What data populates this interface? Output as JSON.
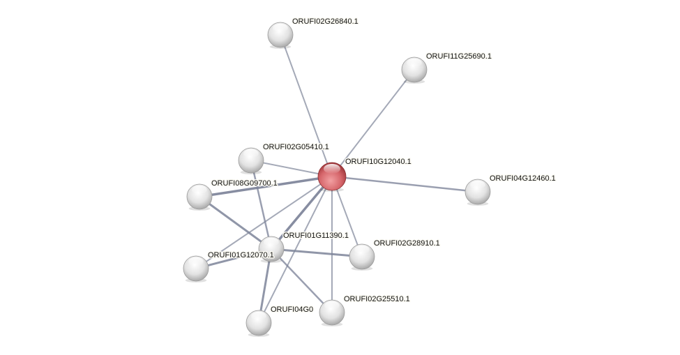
{
  "colors": {
    "query_node": "#d9666a",
    "other_node": "#e6e6e6",
    "edge": "#7d8499"
  },
  "nodes": [
    {
      "id": "center",
      "label": "ORUFI10G12040.1",
      "query": true
    },
    {
      "id": "n1",
      "label": "ORUFI02G26840.1"
    },
    {
      "id": "n2",
      "label": "ORUFI11G25690.1"
    },
    {
      "id": "n3",
      "label": "ORUFI02G05410.1"
    },
    {
      "id": "n4",
      "label": "ORUFI08G09700.1"
    },
    {
      "id": "n5",
      "label": "ORUFI04G12460.1"
    },
    {
      "id": "n6",
      "label": "ORUFI01G11390.1"
    },
    {
      "id": "n7",
      "label": "ORUFI02G28910.1"
    },
    {
      "id": "n8",
      "label": "ORUFI01G12070.1"
    },
    {
      "id": "n9",
      "label": "ORUFI02G25510.1"
    },
    {
      "id": "n10",
      "label": "ORUFI04G0"
    }
  ],
  "edges": [
    [
      "center",
      "n1",
      1
    ],
    [
      "center",
      "n2",
      1
    ],
    [
      "center",
      "n3",
      1
    ],
    [
      "center",
      "n4",
      2.5
    ],
    [
      "center",
      "n5",
      1.5
    ],
    [
      "center",
      "n6",
      2.5
    ],
    [
      "center",
      "n7",
      1
    ],
    [
      "center",
      "n8",
      1
    ],
    [
      "center",
      "n9",
      1
    ],
    [
      "center",
      "n10",
      1
    ],
    [
      "n3",
      "n6",
      1.5
    ],
    [
      "n4",
      "n6",
      2
    ],
    [
      "n8",
      "n6",
      2
    ],
    [
      "n6",
      "n7",
      2
    ],
    [
      "n6",
      "n10",
      2
    ],
    [
      "n6",
      "n9",
      1.5
    ]
  ]
}
